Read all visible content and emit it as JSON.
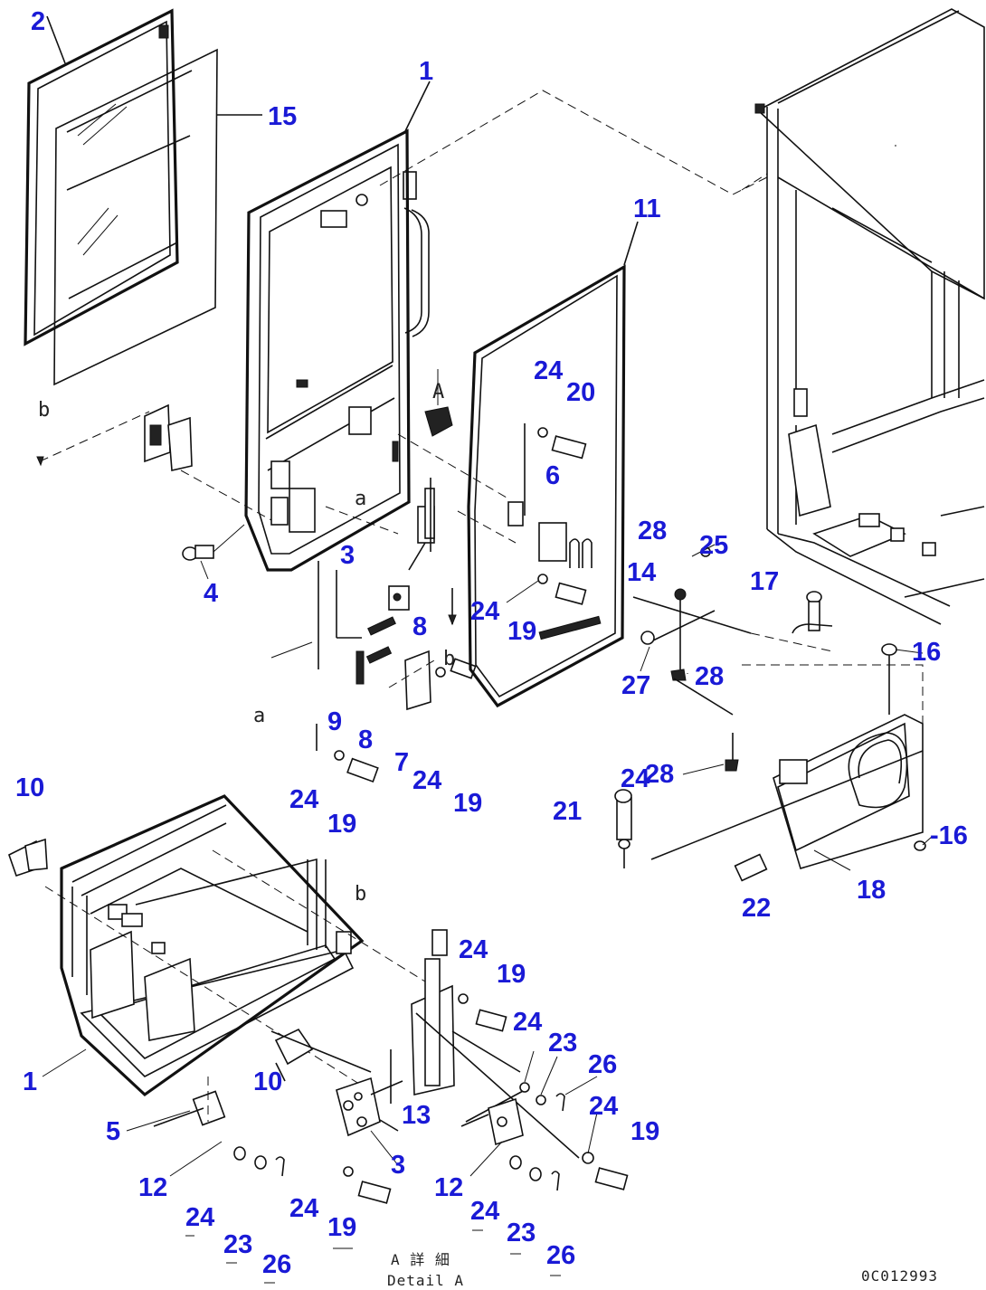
{
  "callouts": [
    {
      "id": "c1a",
      "text": "1"
    },
    {
      "id": "c1b",
      "text": "1"
    },
    {
      "id": "c2",
      "text": "2"
    },
    {
      "id": "c3a",
      "text": "3"
    },
    {
      "id": "c3b",
      "text": "3"
    },
    {
      "id": "c4",
      "text": "4"
    },
    {
      "id": "c5",
      "text": "5"
    },
    {
      "id": "c6",
      "text": "6"
    },
    {
      "id": "c7",
      "text": "7"
    },
    {
      "id": "c8a",
      "text": "8"
    },
    {
      "id": "c8b",
      "text": "8"
    },
    {
      "id": "c9",
      "text": "9"
    },
    {
      "id": "c10a",
      "text": "10"
    },
    {
      "id": "c10b",
      "text": "10"
    },
    {
      "id": "c11",
      "text": "11"
    },
    {
      "id": "c12a",
      "text": "12"
    },
    {
      "id": "c12b",
      "text": "12"
    },
    {
      "id": "c13",
      "text": "13"
    },
    {
      "id": "c14",
      "text": "14"
    },
    {
      "id": "c15",
      "text": "15"
    },
    {
      "id": "c16a",
      "text": "16"
    },
    {
      "id": "c16b",
      "text": "-16"
    },
    {
      "id": "c17",
      "text": "17"
    },
    {
      "id": "c18",
      "text": "18"
    },
    {
      "id": "c19a",
      "text": "19"
    },
    {
      "id": "c19b",
      "text": "19"
    },
    {
      "id": "c19c",
      "text": "19"
    },
    {
      "id": "c19d",
      "text": "19"
    },
    {
      "id": "c19e",
      "text": "19"
    },
    {
      "id": "c19f",
      "text": "19"
    },
    {
      "id": "c20",
      "text": "20"
    },
    {
      "id": "c21",
      "text": "21"
    },
    {
      "id": "c22",
      "text": "22"
    },
    {
      "id": "c23a",
      "text": "23"
    },
    {
      "id": "c23b",
      "text": "23"
    },
    {
      "id": "c23c",
      "text": "23"
    },
    {
      "id": "c24a",
      "text": "24"
    },
    {
      "id": "c24b",
      "text": "24"
    },
    {
      "id": "c24c",
      "text": "24"
    },
    {
      "id": "c24d",
      "text": "24"
    },
    {
      "id": "c24e",
      "text": "24"
    },
    {
      "id": "c24f",
      "text": "24"
    },
    {
      "id": "c24g",
      "text": "24"
    },
    {
      "id": "c24h",
      "text": "24"
    },
    {
      "id": "c24i",
      "text": "24"
    },
    {
      "id": "c24j",
      "text": "24"
    },
    {
      "id": "c24k",
      "text": "24"
    },
    {
      "id": "c25",
      "text": "25"
    },
    {
      "id": "c26a",
      "text": "26"
    },
    {
      "id": "c26b",
      "text": "26"
    },
    {
      "id": "c26c",
      "text": "26"
    },
    {
      "id": "c27",
      "text": "27"
    },
    {
      "id": "c28a",
      "text": "28"
    },
    {
      "id": "c28b",
      "text": "28"
    },
    {
      "id": "c28c",
      "text": "28"
    }
  ],
  "refs": {
    "a1": "a",
    "a2": "a",
    "b1": "b",
    "b2": "b",
    "b3": "b",
    "A1": "A"
  },
  "detail": {
    "line1": "A 詳 細",
    "line2": "Detail A"
  },
  "drawing_code": "0C012993",
  "colors": {
    "callout": "#1a1ad6",
    "line": "#111111"
  }
}
